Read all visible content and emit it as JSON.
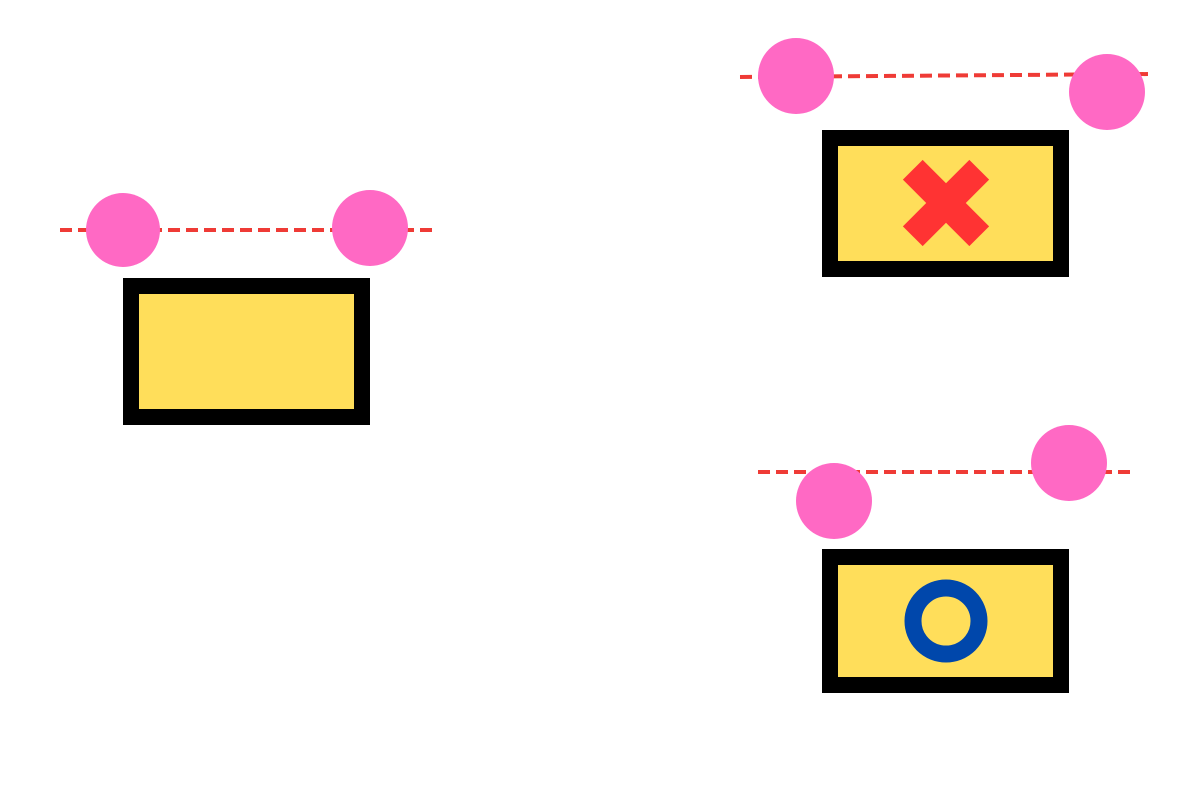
{
  "colors": {
    "background": "#ffffff",
    "guide_line": "#ef3b36",
    "circle": "#ff69c4",
    "box_border": "#000000",
    "box_fill": "#ffde5a",
    "cross_mark": "#ff3333",
    "circle_mark": "#0047ab"
  },
  "panels": [
    {
      "id": "reference",
      "line_tilt": "level",
      "mark_icon": "none"
    },
    {
      "id": "tilted-up",
      "line_tilt": "tilted",
      "mark_icon": "cross-icon"
    },
    {
      "id": "tilted-down",
      "line_tilt": "tilted",
      "mark_icon": "ring-icon"
    }
  ]
}
